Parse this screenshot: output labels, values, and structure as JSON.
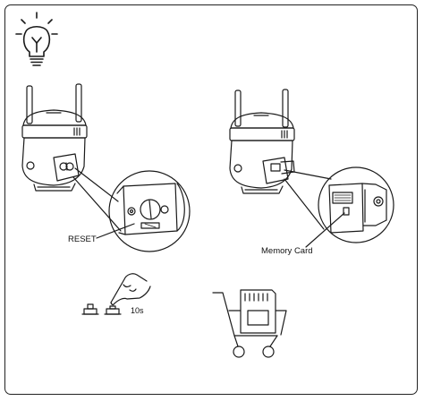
{
  "labels": {
    "reset": "RESET",
    "memory_card": "Memory Card",
    "hold_time": "10s"
  },
  "icons": {
    "tip": "lightbulb-icon",
    "cart": "shopping-cart-icon",
    "card": "sd-card-icon"
  },
  "colors": {
    "line": "#1a1a1a",
    "background": "#ffffff"
  }
}
